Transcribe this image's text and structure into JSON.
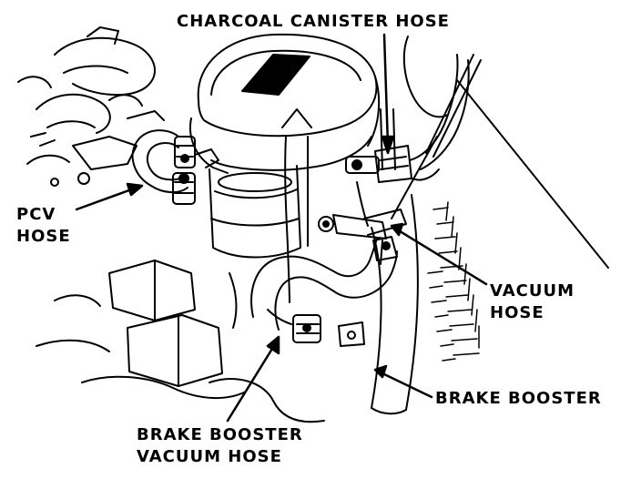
{
  "labels": {
    "charcoal_canister_hose": "CHARCOAL CANISTER HOSE",
    "pcv_hose": [
      "PCV",
      "HOSE"
    ],
    "vacuum_hose": [
      "VACUUM",
      "HOSE"
    ],
    "brake_booster": "BRAKE BOOSTER",
    "brake_booster_vacuum_hose": [
      "BRAKE BOOSTER",
      "VACUUM HOSE"
    ]
  },
  "colors": {
    "ink": "#000000",
    "paper": "#ffffff"
  }
}
